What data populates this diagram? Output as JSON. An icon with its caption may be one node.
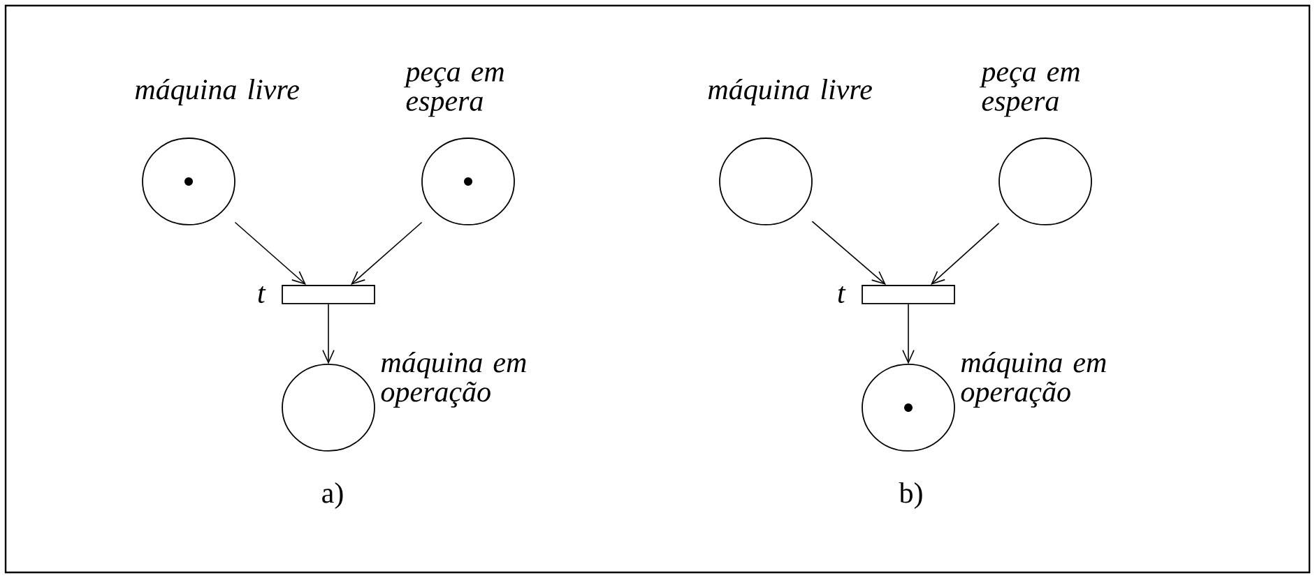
{
  "diagram": {
    "nodes": [
      {
        "text": [
          "máquina livre"
        ]
      },
      {
        "text": [],
        "shape": "dot",
        "in": 0
      },
      {
        "text": [
          "peça em espera"
        ]
      },
      {
        "text": [],
        "shape": "dot",
        "in": 2
      },
      {
        "text": [
          "t"
        ]
      },
      {
        "text": [
          "máquina em operação"
        ]
      },
      {
        "text": [
          "máquina livre"
        ]
      },
      {
        "text": [
          "peça em espera"
        ]
      },
      {
        "text": [
          "t"
        ]
      },
      {
        "text": [
          "máquina em operação"
        ]
      },
      {
        "text": [],
        "shape": "dot",
        "in": 9
      }
    ],
    "edges": [
      {
        "from": 0,
        "to": 4,
        "arrow": "to"
      },
      {
        "from": 2,
        "to": 4,
        "arrow": "to"
      },
      {
        "from": 4,
        "to": 5,
        "arrow": "to"
      },
      {
        "from": 6,
        "to": 8,
        "arrow": "to"
      },
      {
        "from": 7,
        "to": 8,
        "arrow": "to"
      },
      {
        "from": 8,
        "to": 9,
        "arrow": "to"
      }
    ],
    "labels": [
      "a)",
      "b)"
    ]
  }
}
